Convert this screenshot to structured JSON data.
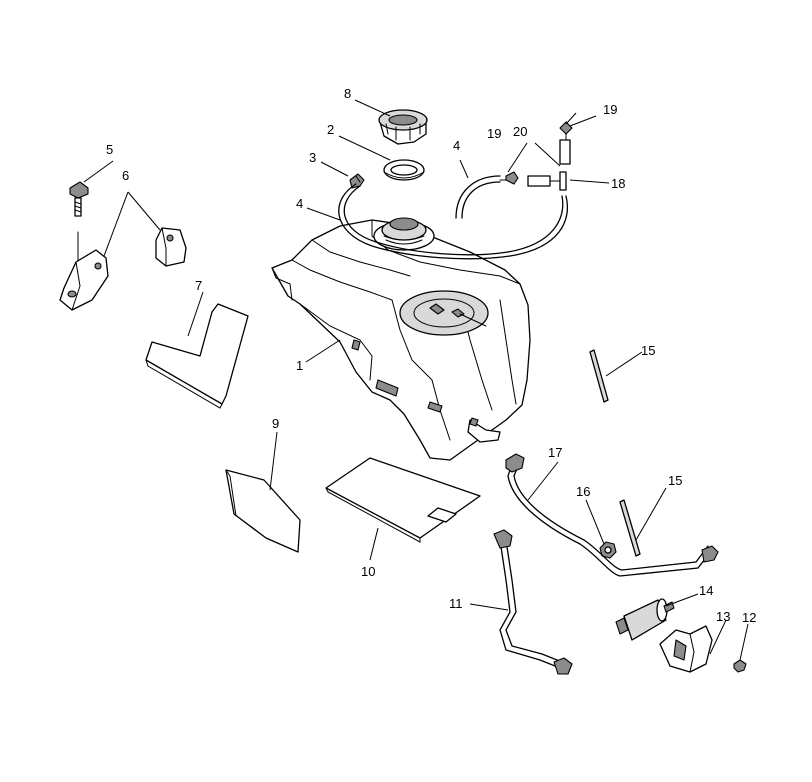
{
  "callouts": [
    {
      "id": "c8a",
      "label": "8"
    },
    {
      "id": "c2a",
      "label": "2"
    },
    {
      "id": "c3a",
      "label": "3"
    },
    {
      "id": "c4a",
      "label": "4"
    },
    {
      "id": "c4b",
      "label": "4"
    },
    {
      "id": "c19a",
      "label": "19"
    },
    {
      "id": "c20a",
      "label": "20"
    },
    {
      "id": "c19b",
      "label": "19"
    },
    {
      "id": "c18a",
      "label": "18"
    },
    {
      "id": "c5a",
      "label": "5"
    },
    {
      "id": "c6a",
      "label": "6"
    },
    {
      "id": "c7a",
      "label": "7"
    },
    {
      "id": "c1a",
      "label": "1"
    },
    {
      "id": "c15a",
      "label": "15"
    },
    {
      "id": "c9a",
      "label": "9"
    },
    {
      "id": "c17a",
      "label": "17"
    },
    {
      "id": "c15b",
      "label": "15"
    },
    {
      "id": "c16a",
      "label": "16"
    },
    {
      "id": "c10a",
      "label": "10"
    },
    {
      "id": "c11a",
      "label": "11"
    },
    {
      "id": "c14a",
      "label": "14"
    },
    {
      "id": "c13a",
      "label": "13"
    },
    {
      "id": "c12a",
      "label": "12"
    }
  ]
}
